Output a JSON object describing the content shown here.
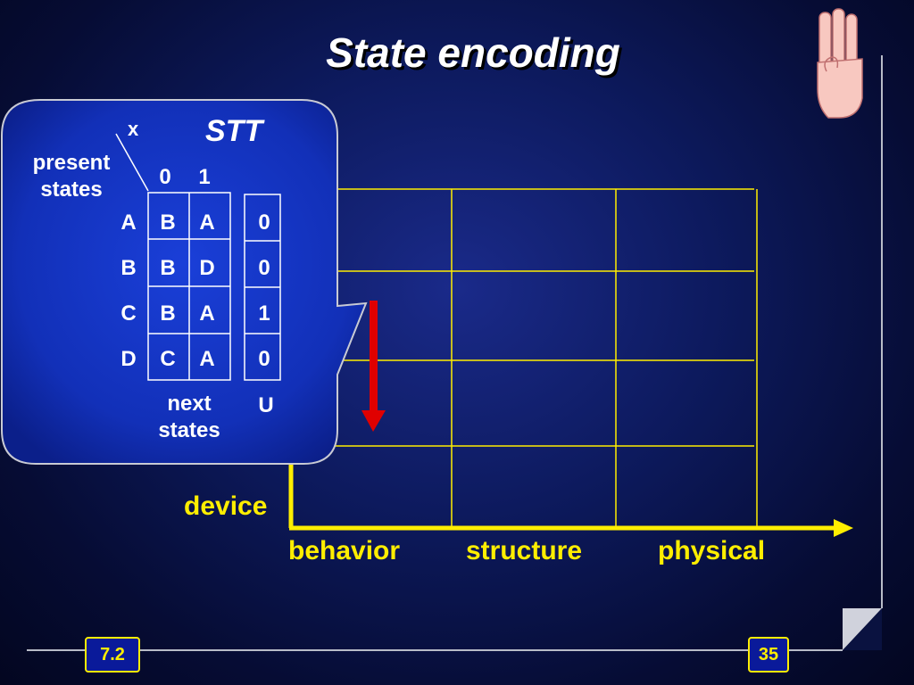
{
  "slide": {
    "title": "State encoding",
    "section_badge": "7.2",
    "page_number": "35"
  },
  "axes": {
    "y_label": "device",
    "x_labels": [
      "behavior",
      "structure",
      "physical"
    ]
  },
  "callout": {
    "title": "STT",
    "input_label": "x",
    "present_states_label": "present\nstates",
    "input_values": [
      "0",
      "1"
    ],
    "present_states": [
      "A",
      "B",
      "C",
      "D"
    ],
    "next_states": [
      [
        "B",
        "A"
      ],
      [
        "B",
        "D"
      ],
      [
        "B",
        "A"
      ],
      [
        "C",
        "A"
      ]
    ],
    "outputs": [
      "0",
      "0",
      "1",
      "0"
    ],
    "output_label": "U",
    "next_states_label": "next\nstates"
  },
  "colors": {
    "grid_line": "#ffee00",
    "arrow": "#e00000",
    "callout_fill": "#1430c0",
    "background": "#0b1650"
  },
  "icons": [
    "three-fingers-hand-icon"
  ]
}
